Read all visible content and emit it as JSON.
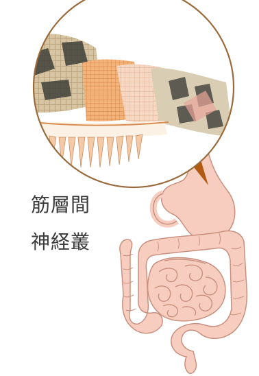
{
  "annotation": {
    "line1": "筋層間",
    "line2": "神経叢"
  },
  "colors": {
    "organ_fill": "#f6cdbf",
    "organ_stroke": "#c9907f",
    "circle_stroke": "#9a6a3a",
    "pointer": "#b35a12",
    "text": "#3a3a3a"
  },
  "icons": {
    "magnifier": "circle-lens",
    "organ": "digestive-tract"
  }
}
